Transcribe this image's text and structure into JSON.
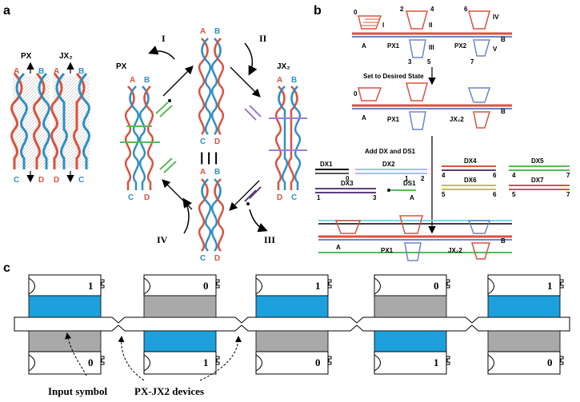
{
  "panel_labels": {
    "a": "a",
    "b": "b",
    "c": "c"
  },
  "panel_a": {
    "left": {
      "px_title": "PX",
      "jx_title": "JX₂",
      "px_top": [
        "A",
        "B"
      ],
      "px_bottom": [
        "C",
        "D"
      ],
      "jx_top": [
        "A",
        "B"
      ],
      "jx_bottom": [
        "D",
        "C"
      ]
    },
    "cycle": {
      "px_label": "PX",
      "jx_label": "JX₂",
      "steps": [
        "I",
        "II",
        "III",
        "IV"
      ],
      "equiv": "| | |",
      "px_top": [
        "A",
        "B"
      ],
      "px_bottom": [
        "C",
        "D"
      ],
      "center_top_upper": [
        "A",
        "B"
      ],
      "center_bottom_upper": [
        "C",
        "D"
      ],
      "center_top_lower": [
        "A",
        "B"
      ],
      "center_bottom_lower": [
        "C",
        "D"
      ],
      "jx_top": [
        "A",
        "B"
      ],
      "jx_bottom": [
        "D",
        "C"
      ]
    }
  },
  "panel_b": {
    "step1": "Set to Desired State",
    "step2": "Add DX and DS1",
    "device_labels": {
      "px1": "PX1",
      "px2": "PX2",
      "jx2": "JX₂2",
      "A": "A",
      "B": "B",
      "romans": [
        "I",
        "II",
        "III",
        "IV",
        "V"
      ],
      "nums": [
        "0",
        "1",
        "2",
        "3",
        "4",
        "5",
        "6",
        "7"
      ]
    },
    "tiles": [
      {
        "name": "DX1",
        "left": "",
        "right": "0"
      },
      {
        "name": "DX2",
        "left": "1",
        "right": "2"
      },
      {
        "name": "DX3",
        "left": "1",
        "right": "3"
      },
      {
        "name": "DS1",
        "left": "",
        "right": "A"
      },
      {
        "name": "DX4",
        "left": "4",
        "right": "6"
      },
      {
        "name": "DX5",
        "left": "4",
        "right": "7"
      },
      {
        "name": "DX6",
        "left": "5",
        "right": "6"
      },
      {
        "name": "DX7",
        "left": "5",
        "right": "7"
      }
    ],
    "colors": {
      "red": "#d9533f",
      "blue": "#6f86c6",
      "cyan": "#7fd3e6",
      "green": "#59b95a",
      "purple": "#5c3d7a"
    }
  },
  "panel_c": {
    "cells": [
      {
        "top_symbol": "1",
        "bottom_symbol": "0",
        "top_color": "#1ea0dc",
        "bottom_color": "#a9a9a9"
      },
      {
        "top_symbol": "0",
        "bottom_symbol": "1",
        "top_color": "#a9a9a9",
        "bottom_color": "#1ea0dc"
      },
      {
        "top_symbol": "1",
        "bottom_symbol": "0",
        "top_color": "#1ea0dc",
        "bottom_color": "#a9a9a9"
      },
      {
        "top_symbol": "0",
        "bottom_symbol": "1",
        "top_color": "#a9a9a9",
        "bottom_color": "#1ea0dc"
      },
      {
        "top_symbol": "1",
        "bottom_symbol": "0",
        "top_color": "#1ea0dc",
        "bottom_color": "#a9a9a9"
      }
    ],
    "caption_input": "Input symbol",
    "caption_devices": "PX-JX2 devices"
  }
}
